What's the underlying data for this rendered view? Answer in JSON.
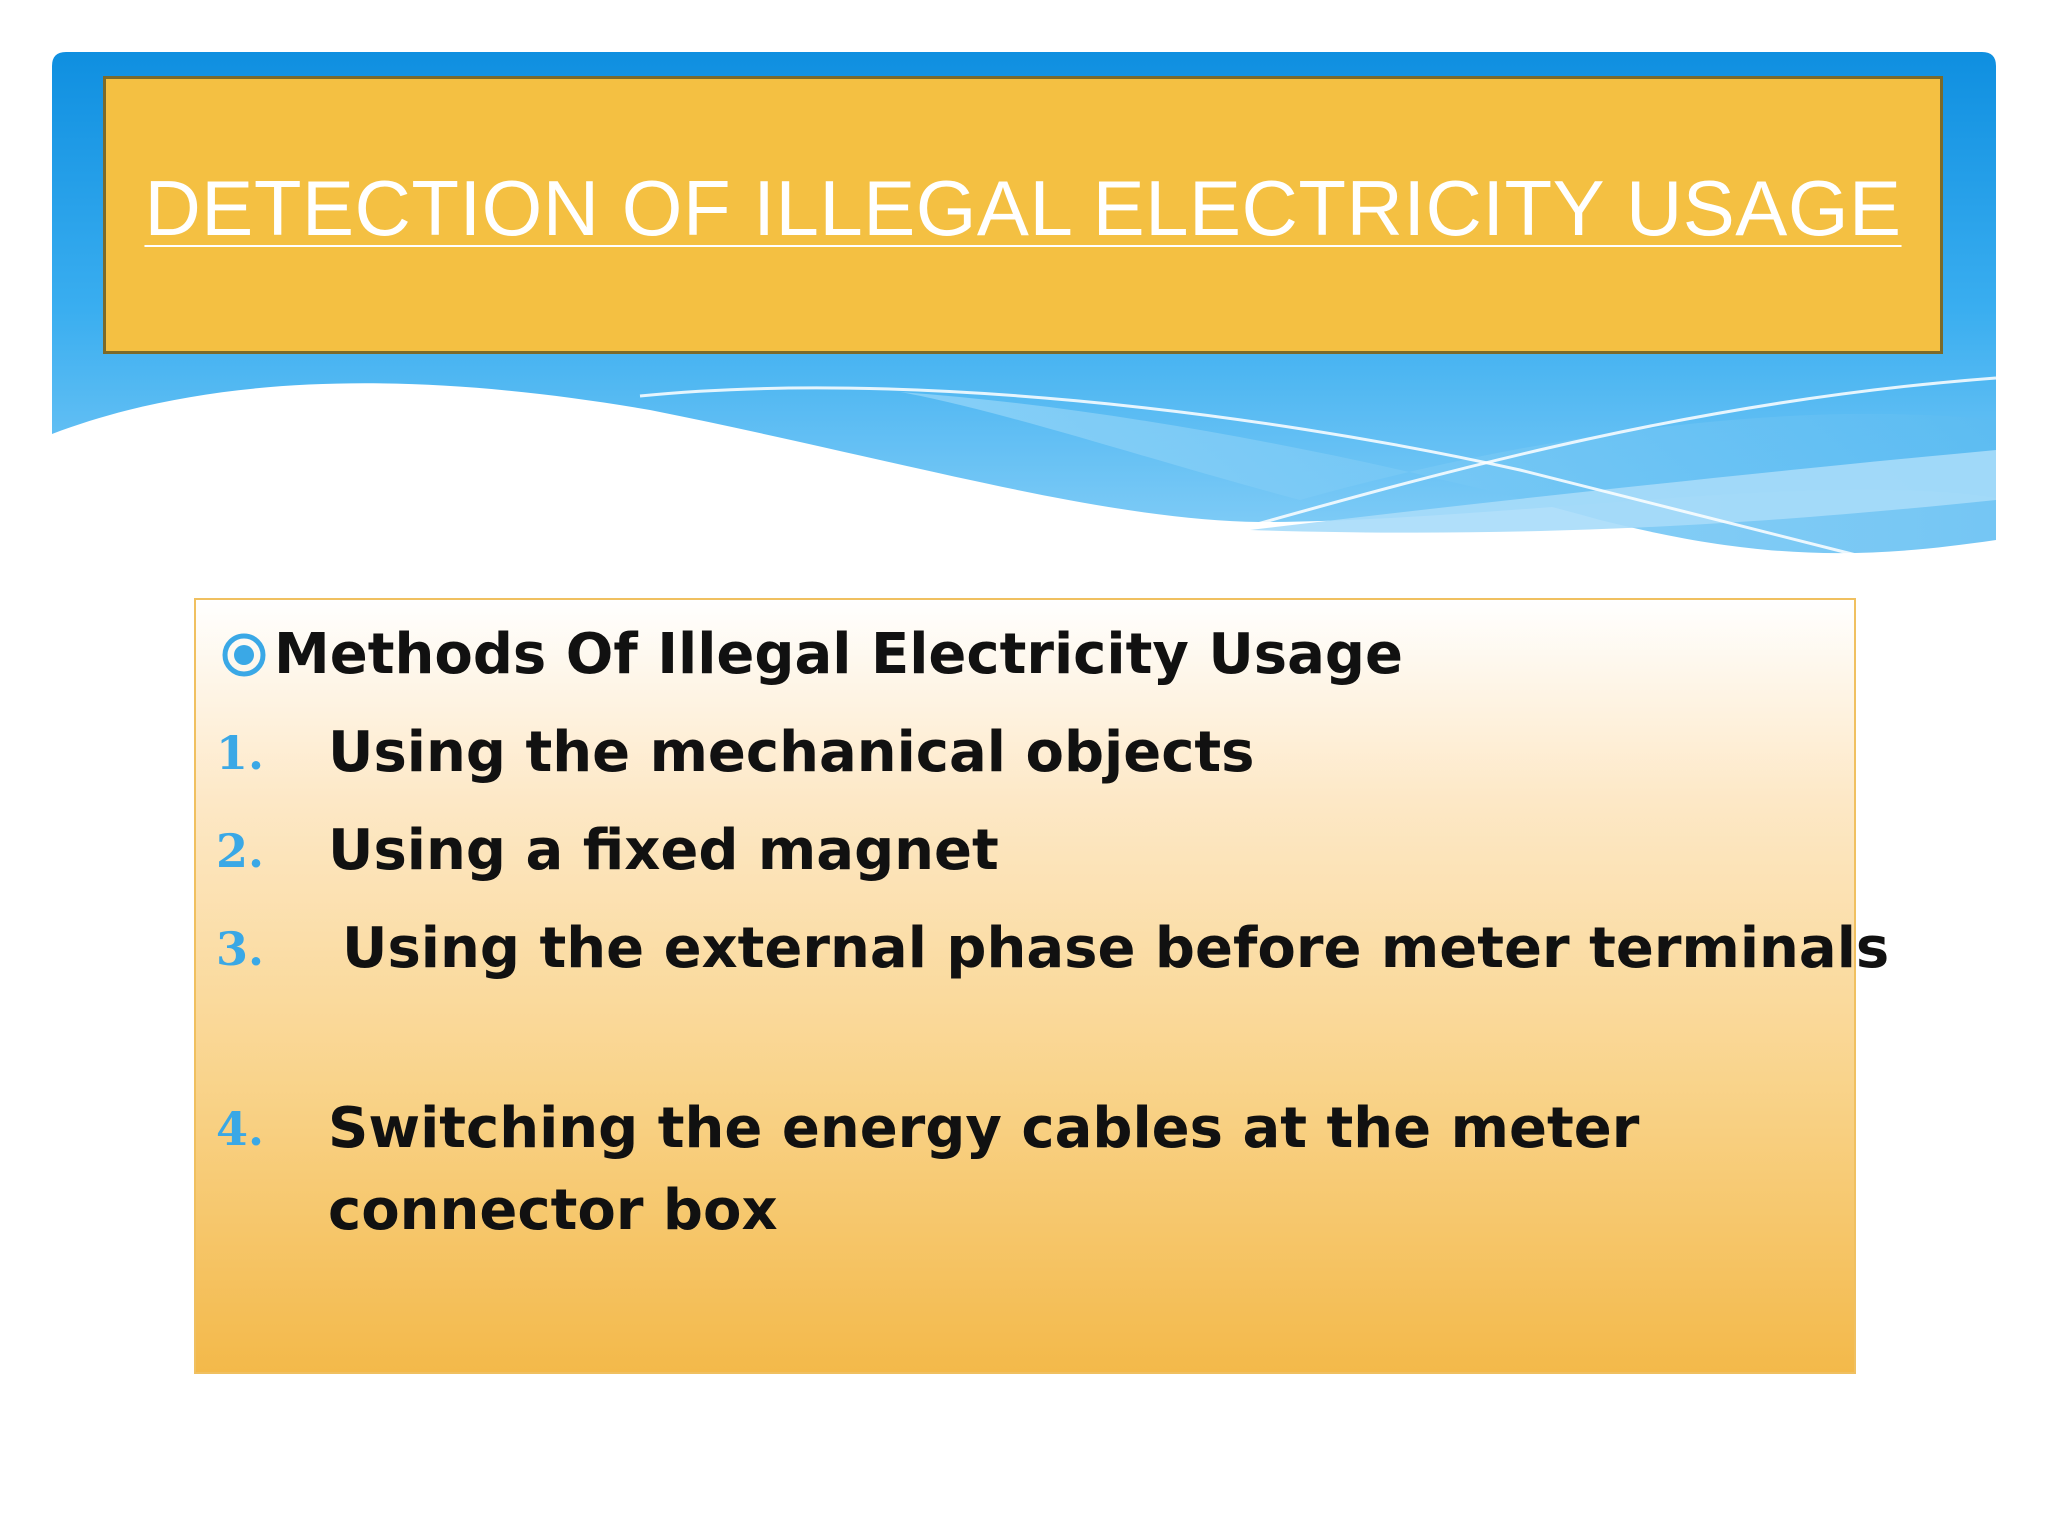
{
  "slide": {
    "title": "DETECTION OF ILLEGAL ELECTRICITY USAGE",
    "heading": "Methods Of  Illegal Electricity Usage",
    "items": [
      {
        "num": "1.",
        "text": "Using the mechanical objects"
      },
      {
        "num": "2.",
        "text": "Using a fixed magnet"
      },
      {
        "num": "3.",
        "text": "Using the external phase before meter terminals"
      },
      {
        "num": "4.",
        "line1": "Switching the energy cables at the meter",
        "line2": "connector box"
      }
    ]
  },
  "colors": {
    "header_blue": "#1a96e4",
    "title_box": "#f4c042",
    "number_blue": "#3aa8e6",
    "text": "#111111"
  },
  "icons": {
    "bullet": "target-bullet-icon"
  }
}
